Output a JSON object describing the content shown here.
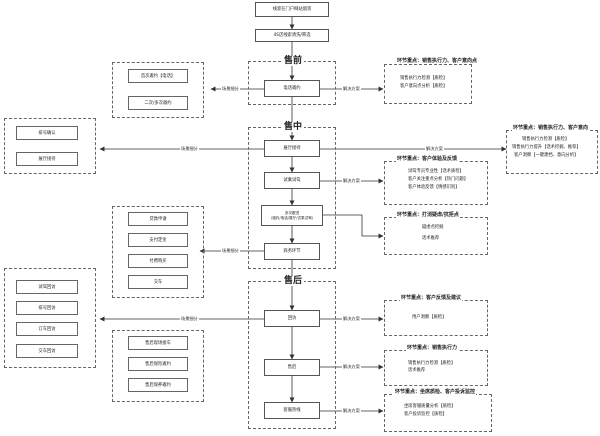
{
  "flow": {
    "s1": "线索在门户网站留资",
    "s2": "4S店线索清洗/筛选",
    "s3": "电话邀约",
    "s4": "展厅接待",
    "s5": "试乘试驾",
    "s6a": "多次跟进",
    "s6b": "(邀约/电话/展厅/试乘试驾)",
    "s7": "商务环节",
    "s8": "回访",
    "s9": "售后",
    "s10": "客服热线"
  },
  "stages": {
    "pre": "售前",
    "mid": "售中",
    "post": "售后"
  },
  "labels": {
    "scene_split": "场景细分",
    "solution": "解决方案"
  },
  "left": {
    "call": [
      "首次邀约【电话】",
      "二次/多次邀约"
    ],
    "hall": [
      "排号确认",
      "展厅接待"
    ],
    "biz": [
      "贷款申请",
      "支付定金",
      "付费购买",
      "交车"
    ],
    "visit": [
      "试驾回访",
      "排号回访",
      "订车回访",
      "交车回访"
    ],
    "after": [
      "售后现场接车",
      "售后保险邀约",
      "售后保养邀约"
    ]
  },
  "notes": {
    "n1": {
      "title": "环节重点：销售执行力、客户意向点",
      "lines": [
        "销售执行力检测【质检】",
        "客户意向点分析【质检】"
      ]
    },
    "n2": {
      "title": "环节重点：销售执行力、客户意向",
      "lines": [
        "销售执行力检测【质检】",
        "销售执行力提升【话术挖掘、推荐】",
        "客户洞察【一键建档、意向分析】"
      ]
    },
    "n3": {
      "title": "环节重点：客户体验及反馈",
      "lines": [
        "试驾专员专业性【话术质检】",
        "客户关注重点分析【热门问题】",
        "客户体验反馈【情感识别】"
      ]
    },
    "n4": {
      "title": "环节重点：打消疑虑/抗拒点",
      "lines": [
        "疑虑点挖掘",
        "话术推荐"
      ]
    },
    "n5": {
      "title": "环节重点：客户反馈及建议",
      "lines": [
        "用户洞察【质检】"
      ]
    },
    "n6": {
      "title": "环节重点：销售执行力",
      "lines": [
        "销售执行力检测【质检】",
        "话术推荐"
      ]
    },
    "n7": {
      "title": "环节重点：坐席质检、客户投诉监控",
      "lines": [
        "坐席客服质量分析【质检】",
        "客户投诉监控【质检】"
      ]
    }
  }
}
